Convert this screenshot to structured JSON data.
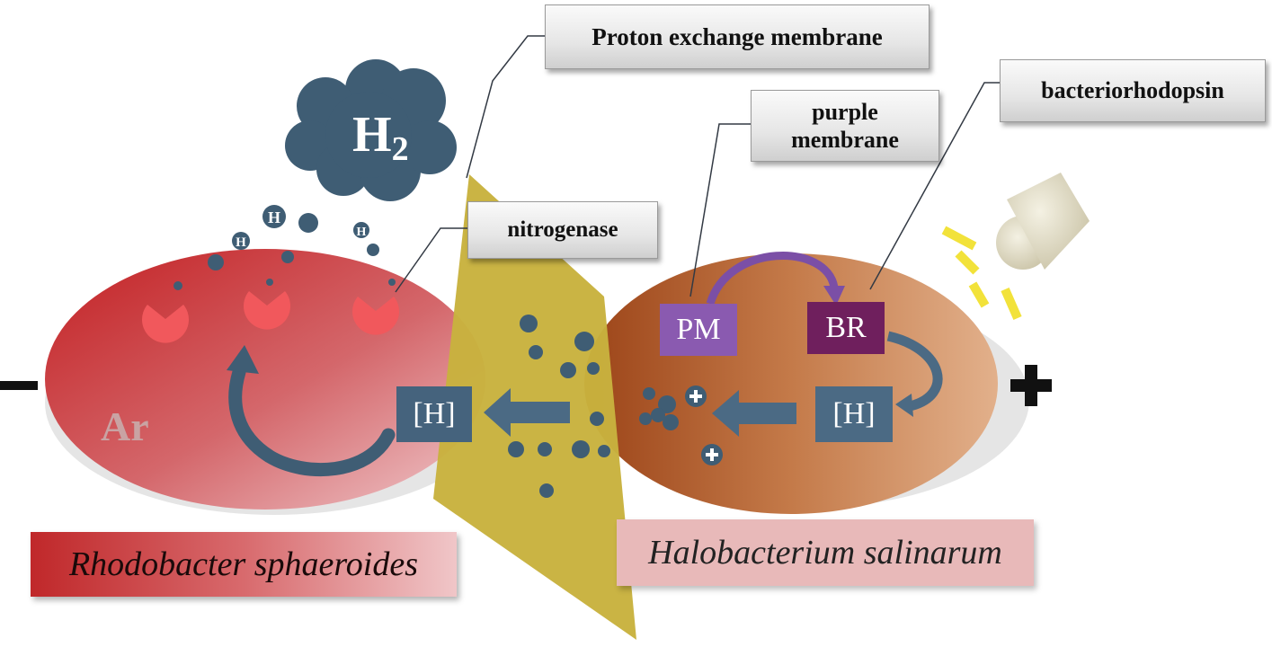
{
  "labels": {
    "proton_exchange_membrane": "Proton exchange membrane",
    "purple_membrane": "purple\nmembrane",
    "bacteriorhodopsin": "bacteriorhodopsin",
    "nitrogenase": "nitrogenase"
  },
  "boxes": {
    "pm": "PM",
    "br": "BR",
    "h_left": "[H]",
    "h_right": "[H]"
  },
  "cloud": {
    "h": "H",
    "sub": "2"
  },
  "cell_left_text": "Ar",
  "organisms": {
    "left": "Rhodobacter sphaeroides",
    "right": "Halobacterium salinarum"
  },
  "small_h": "H",
  "colors": {
    "rhodobacter_cell": "#c62a2c",
    "halobacterium_cell": "#b8612f",
    "membrane": "#c8b23e",
    "proton_dot": "#3f5d74",
    "purple_membrane_box": "#8a5ab0",
    "bacteriorhodopsin_box": "#6f1f5d",
    "light_rays": "#f2e23a"
  }
}
